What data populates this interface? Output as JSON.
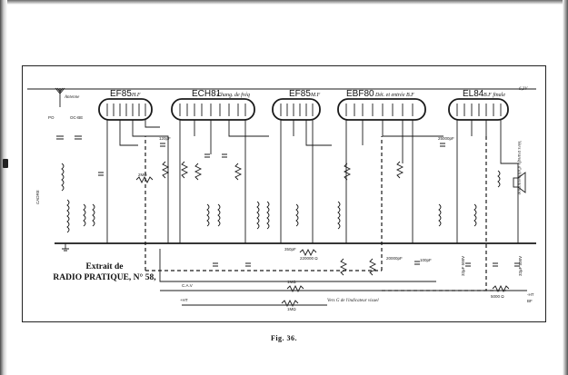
{
  "tubes": [
    {
      "name": "EF85",
      "role": "H.F"
    },
    {
      "name": "ECH81",
      "role": "Chang. de fréq"
    },
    {
      "name": "EF85",
      "role": "M.F"
    },
    {
      "name": "EBF80",
      "role": "Dét. et entrée B.F"
    },
    {
      "name": "EL84",
      "role": "B.F finale"
    }
  ],
  "labels": {
    "antenna": "Antenne",
    "po": "PO",
    "oc_bf": "OC-BE",
    "cadre": "CADRE",
    "cav": "C.A.V",
    "plus_ht": "+HT",
    "vers_oeil": "Vers G de l'indicateur visuel",
    "vers_transfo": "Vers transfo d'alimentation",
    "volts_top": "6,3V",
    "extract_line1": "Extrait de",
    "extract_line2": "RADIO PRATIQUE, N° 58,",
    "fig": "Fig. 36.",
    "r_1mo_a": "1MΩ",
    "r_1mo_b": "1MΩ",
    "r_2mo": "2MΩ",
    "c_350pf": "350pF",
    "r_220k": "220000 Ω",
    "c_120pf": "120pF",
    "c_100pf": "100pF",
    "c_20000pf": "20000pF",
    "c_25000pf": "25000pF",
    "r_5000": "5000 Ω",
    "c_32uf_a": "32µF 500V",
    "c_32uf_b": "32µF 500V",
    "moins_ht": "-HT",
    "bf": "BF"
  }
}
